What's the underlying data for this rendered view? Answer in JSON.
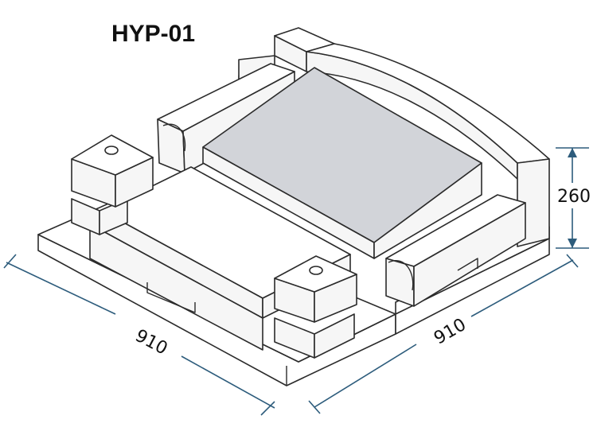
{
  "title": "HYP-01",
  "dimensions": {
    "width_left": "910",
    "width_right": "910",
    "height": "260"
  },
  "colors": {
    "dimension_line": "#2d5c7c",
    "top_slab": "#d2d4d9",
    "outline": "#2b2b2b"
  }
}
